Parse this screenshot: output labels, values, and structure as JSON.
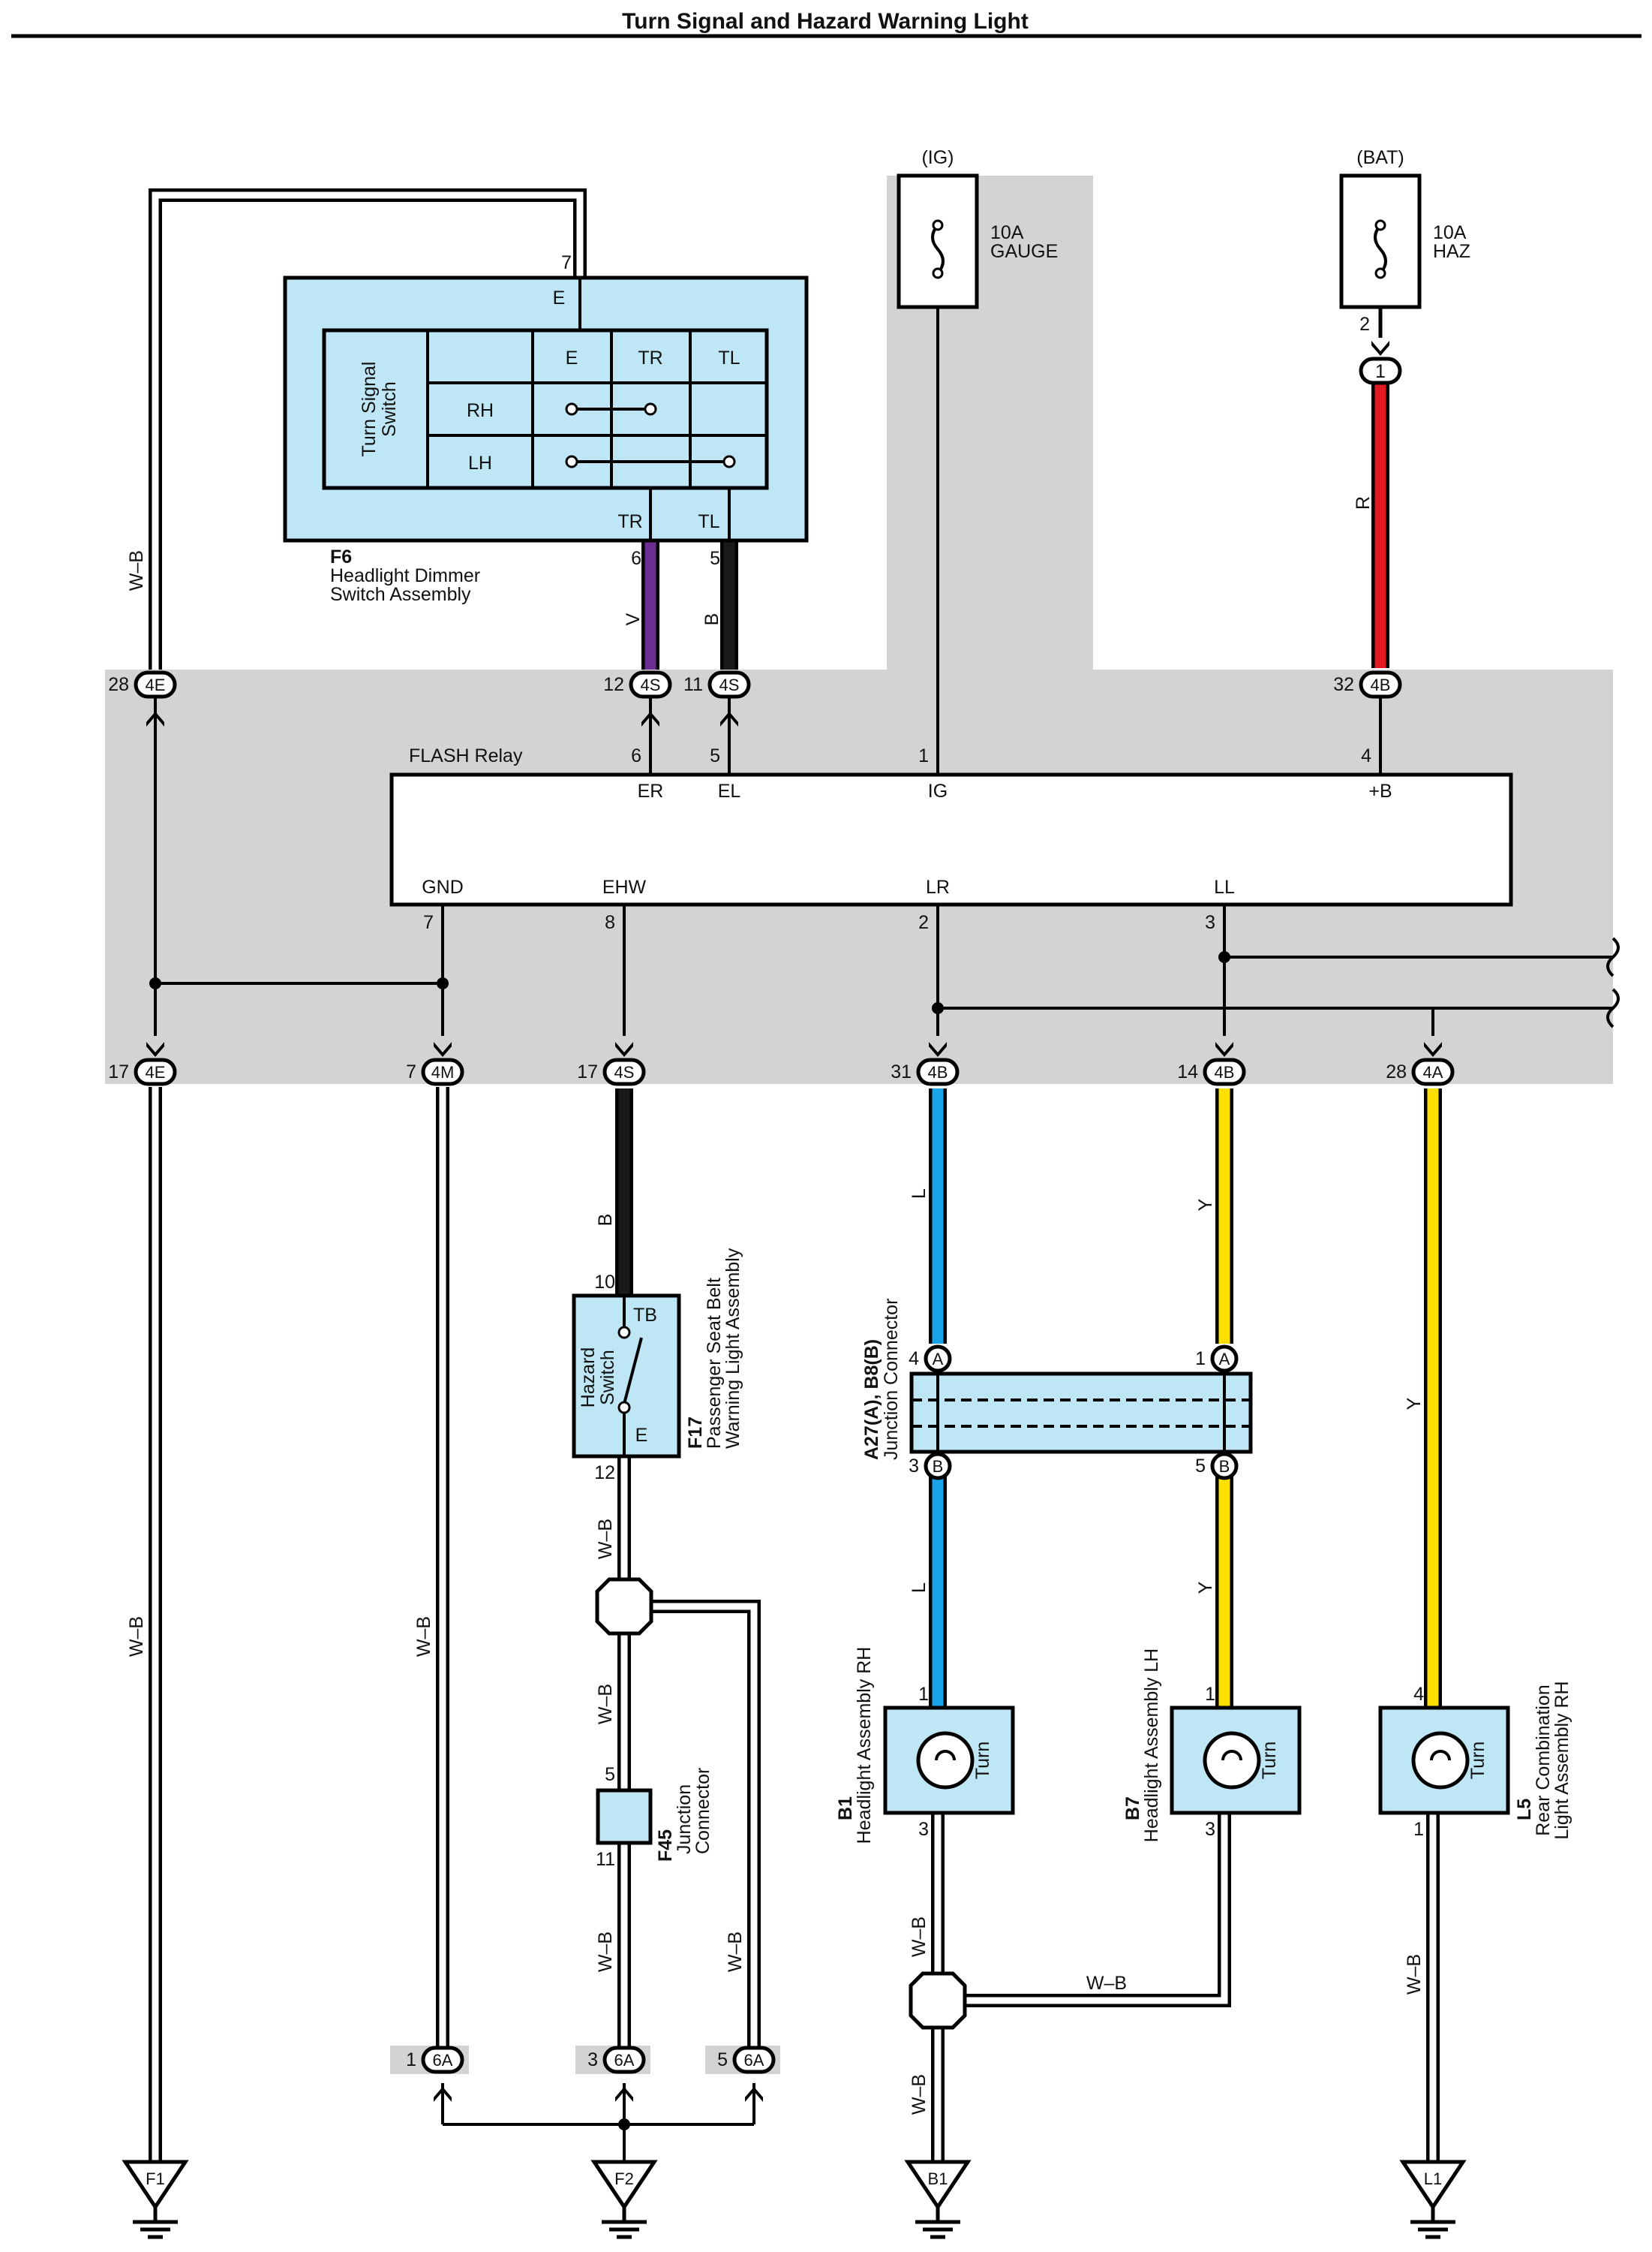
{
  "title": "Turn Signal and Hazard Warning Light",
  "colors": {
    "background": "#ffffff",
    "junction_block_shade": "#d3d3d5",
    "component_fill": "#bfe6f4",
    "wire_V": "#6b2d91",
    "wire_B": "#1a1a1a",
    "wire_R": "#e21b23",
    "wire_L": "#1aa3e8",
    "wire_Y": "#fee000",
    "wire_WB": "#ffffff"
  },
  "power": {
    "ig": "(IG)",
    "bat": "(BAT)",
    "fuse_gauge": [
      "10A",
      "GAUGE"
    ],
    "fuse_haz": [
      "10A",
      "HAZ"
    ],
    "haz_fuse_pin": "2",
    "haz_connector": "1"
  },
  "headlight_dimmer_switch": {
    "id": "F6",
    "name_line1": "Headlight Dimmer",
    "name_line2": "Switch Assembly",
    "pin_e_number": "7",
    "pin_e": "E",
    "inner_label": [
      "Turn Signal",
      "Switch"
    ],
    "table_headers": [
      "E",
      "TR",
      "TL"
    ],
    "table_rows": [
      "RH",
      "LH"
    ],
    "out_tr": "TR",
    "out_tl": "TL",
    "out_tr_pin": "6",
    "out_tl_pin": "5"
  },
  "wire_codes": {
    "v": "V",
    "b": "B",
    "r": "R",
    "wb": "W–B",
    "l": "L",
    "y": "Y"
  },
  "flash_relay": {
    "name": "FLASH Relay",
    "top_pins": [
      {
        "num": "6",
        "label": "ER"
      },
      {
        "num": "5",
        "label": "EL"
      },
      {
        "num": "1",
        "label": "IG"
      },
      {
        "num": "4",
        "label": "+B"
      }
    ],
    "bottom_pins": [
      {
        "num": "7",
        "label": "GND"
      },
      {
        "num": "8",
        "label": "EHW"
      },
      {
        "num": "2",
        "label": "LR"
      },
      {
        "num": "3",
        "label": "LL"
      }
    ]
  },
  "junction_connectors_top": [
    {
      "num": "28",
      "code": "4E"
    },
    {
      "num": "12",
      "code": "4S"
    },
    {
      "num": "11",
      "code": "4S"
    },
    {
      "num": "32",
      "code": "4B"
    }
  ],
  "junction_connectors_bottom": [
    {
      "num": "17",
      "code": "4E"
    },
    {
      "num": "7",
      "code": "4M"
    },
    {
      "num": "17",
      "code": "4S"
    },
    {
      "num": "31",
      "code": "4B"
    },
    {
      "num": "14",
      "code": "4B"
    },
    {
      "num": "28",
      "code": "4A"
    }
  ],
  "hazard_switch": {
    "id": "F17",
    "name_line1": "Passenger Seat Belt",
    "name_line2": "Warning Light Assembly",
    "inner_label": [
      "Hazard",
      "Switch"
    ],
    "pin_tb": "TB",
    "pin_e": "E",
    "pin_top": "10",
    "pin_bottom": "12"
  },
  "junction_connector_f45": {
    "id": "F45",
    "name": [
      "Junction",
      "Connector"
    ],
    "pin_top": "5",
    "pin_bottom": "11"
  },
  "junction_connector_a27": {
    "id": "A27(A), B8(B)",
    "name": "Junction Connector",
    "pins_left": [
      "4",
      "3"
    ],
    "pins_right": [
      "1",
      "5"
    ],
    "letters": [
      "A",
      "B"
    ]
  },
  "lamps": [
    {
      "id": "B1",
      "name": "Headlight Assembly RH",
      "label": "Turn",
      "pin_in": "1",
      "pin_out": "3"
    },
    {
      "id": "B7",
      "name": "Headlight Assembly LH",
      "label": "Turn",
      "pin_in": "1",
      "pin_out": "3"
    },
    {
      "id": "L5",
      "name_line1": "Rear Combination",
      "name_line2": "Light Assembly RH",
      "label": "Turn",
      "pin_in": "4",
      "pin_out": "1"
    }
  ],
  "bottom_connectors": [
    {
      "num": "1",
      "code": "6A"
    },
    {
      "num": "3",
      "code": "6A"
    },
    {
      "num": "5",
      "code": "6A"
    }
  ],
  "grounds": [
    "F1",
    "F2",
    "B1",
    "L1"
  ]
}
